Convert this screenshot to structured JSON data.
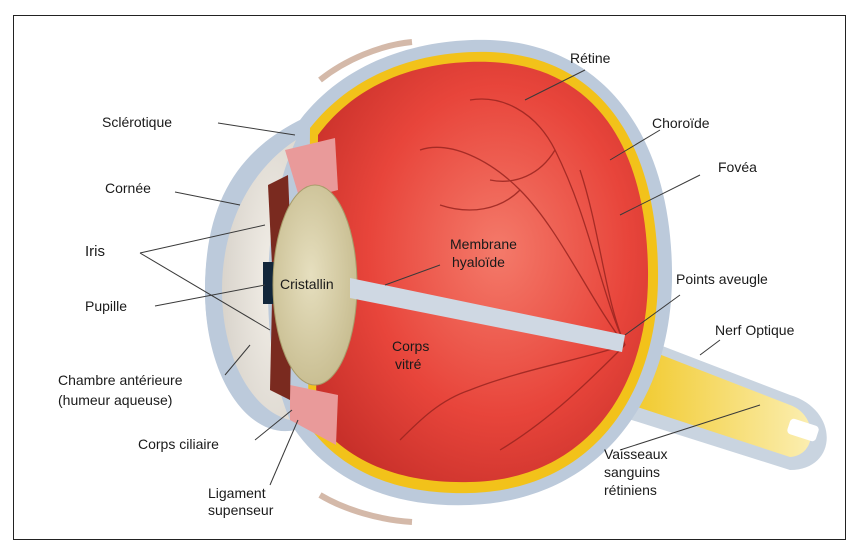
{
  "labels": {
    "retine": "Rétine",
    "sclerotique": "Sclérotique",
    "choroide": "Choroïde",
    "fovea": "Fovéa",
    "cornee": "Cornée",
    "iris": "Iris",
    "membrane_1": "Membrane",
    "membrane_2": "hyaloïde",
    "cristallin": "Cristallin",
    "pupille": "Pupille",
    "points_aveugle": "Points aveugle",
    "nerf_optique": "Nerf Optique",
    "corps_vitre_1": "Corps",
    "corps_vitre_2": "vitré",
    "chambre_1": "Chambre antérieure",
    "chambre_2": "(humeur aqueuse)",
    "corps_ciliaire": "Corps ciliaire",
    "ligament_1": "Ligament",
    "ligament_2": "supenseur",
    "vaisseaux_1": "Vaisseaux",
    "vaisseaux_2": "sanguins",
    "vaisseaux_3": "rétiniens"
  },
  "colors": {
    "sclera": "#b9c7d6",
    "choroid": "#f2c21a",
    "retina": "#c23a2e",
    "vitreous": "#e9473f",
    "lens": "#d9d0a8",
    "iris": "#7a2a1f",
    "optic_nerve": "#f4d24a"
  }
}
